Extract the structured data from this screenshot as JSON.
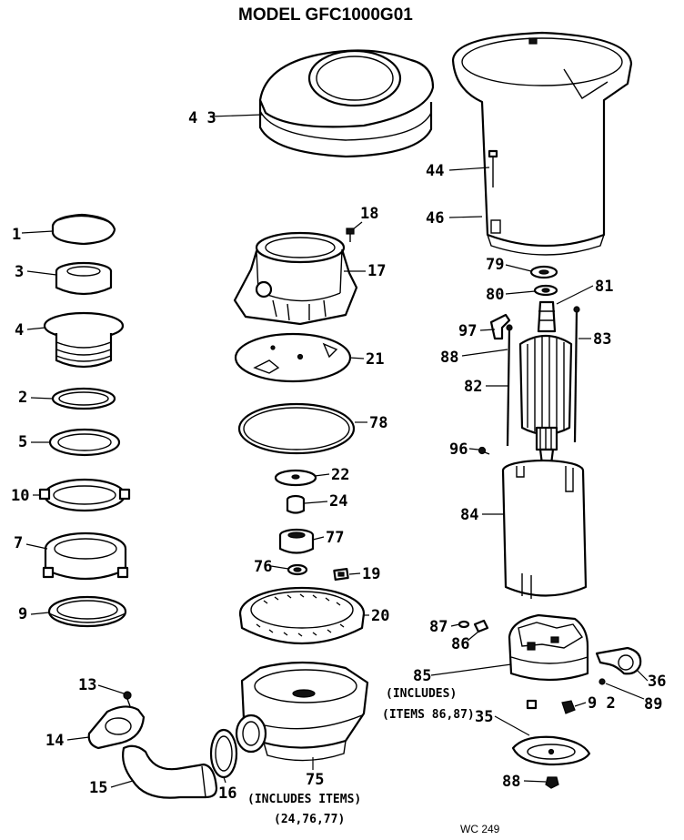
{
  "title": "MODEL GFC1000G01",
  "drawing_code": "WC 249",
  "parts": {
    "p1": "1",
    "p3": "3",
    "p4": "4",
    "p2": "2",
    "p5": "5",
    "p10": "10",
    "p7": "7",
    "p9": "9",
    "p13": "13",
    "p14": "14",
    "p15": "15",
    "p16": "16",
    "p43": "4 3",
    "p18": "18",
    "p17": "17",
    "p21": "21",
    "p78": "78",
    "p22": "22",
    "p24": "24",
    "p77": "77",
    "p76": "76",
    "p19": "19",
    "p20": "20",
    "p75": "75",
    "p44": "44",
    "p46": "46",
    "p79": "79",
    "p80": "80",
    "p81": "81",
    "p97": "97",
    "p83": "83",
    "p88a": "88",
    "p82": "82",
    "p96": "96",
    "p84": "84",
    "p87": "87",
    "p86": "86",
    "p85": "85",
    "p36": "36",
    "p89": "89",
    "p92": "9 2",
    "p35": "35",
    "p88b": "88"
  },
  "notes": {
    "n75_line1": "(INCLUDES ITEMS)",
    "n75_line2": "(24,76,77)",
    "n85_line1": "(INCLUDES)",
    "n85_line2": "(ITEMS 86,87)"
  }
}
